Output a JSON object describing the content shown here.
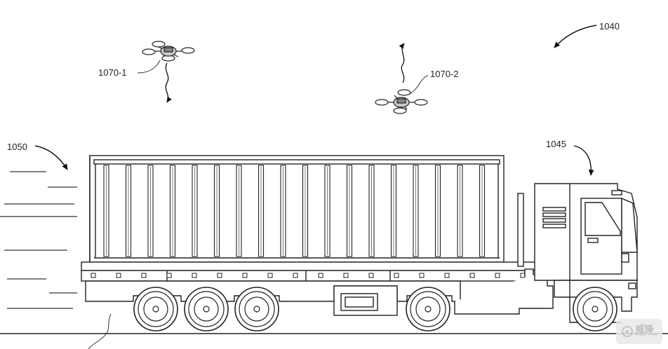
{
  "labels": {
    "system": "1040",
    "drone_a": "1070-1",
    "drone_b": "1070-2",
    "truck": "1045",
    "motion": "1050"
  },
  "watermark": {
    "main": "威锋",
    "sub": "FENG.COM"
  }
}
